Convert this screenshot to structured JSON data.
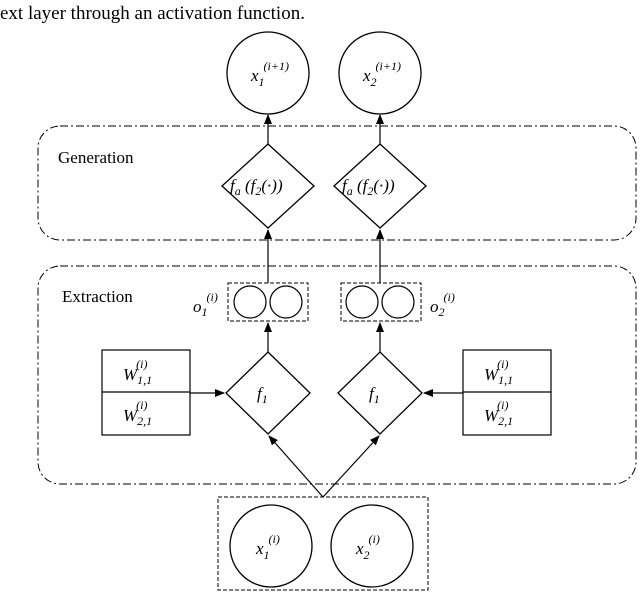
{
  "caption": "ext layer through an activation function.",
  "groups": {
    "generation": "Generation",
    "extraction": "Extraction"
  },
  "outputs": [
    {
      "base": "x",
      "sub": "1",
      "sup": "(i+1)"
    },
    {
      "base": "x",
      "sub": "2",
      "sup": "(i+1)"
    }
  ],
  "activations": [
    {
      "f": "f",
      "fsub": "a",
      "open": " (",
      "g": "f",
      "gsub": "2",
      "arg": "(·))"
    },
    {
      "f": "f",
      "fsub": "a",
      "open": " (",
      "g": "f",
      "gsub": "2",
      "arg": "(·))"
    }
  ],
  "extract_outputs": [
    {
      "base": "o",
      "sub": "1",
      "sup": "(i)"
    },
    {
      "base": "o",
      "sub": "2",
      "sup": "(i)"
    }
  ],
  "extractors": [
    {
      "base": "f",
      "sub": "1"
    },
    {
      "base": "f",
      "sub": "1"
    }
  ],
  "weights_left": [
    {
      "base": "W",
      "sub": "1,1",
      "sup": "(i)"
    },
    {
      "base": "W",
      "sub": "2,1",
      "sup": "(i)"
    }
  ],
  "weights_right": [
    {
      "base": "W",
      "sub": "1,1",
      "sup": "(i)"
    },
    {
      "base": "W",
      "sub": "2,1",
      "sup": "(i)"
    }
  ],
  "inputs": [
    {
      "base": "x",
      "sub": "1",
      "sup": "(i)"
    },
    {
      "base": "x",
      "sub": "2",
      "sup": "(i)"
    }
  ]
}
